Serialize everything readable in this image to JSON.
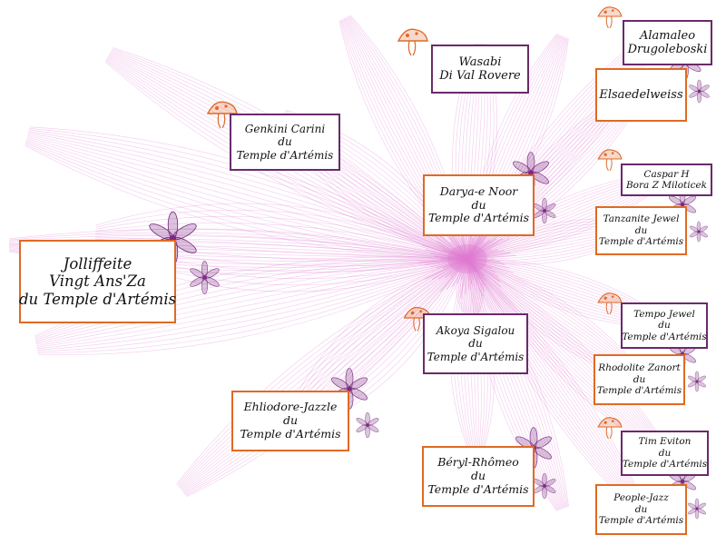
{
  "colors": {
    "background": "#ffffff",
    "line": "#e07ad0",
    "dam_border": "#e06a22",
    "sire_border": "#6a2a6a",
    "flower_purple": "#7a2a80",
    "mushroom_orange": "#e0692a"
  },
  "nodes": {
    "center": {
      "lines": [
        "Darya-e Noor",
        "du",
        "Temple d'Artémis"
      ]
    },
    "root": {
      "lines": [
        "Jolliffeite",
        "Vingt Ans'Za",
        "du Temple d'Artémis"
      ]
    },
    "sire": {
      "lines": [
        "Akoya Sigalou",
        "du",
        "Temple d'Artémis"
      ]
    },
    "dam": {
      "lines": [
        "Béryl-Rhômeo",
        "du",
        "Temple d'Artémis"
      ]
    },
    "genkini": {
      "lines": [
        "Genkini Carini",
        "du",
        "Temple d'Artémis"
      ]
    },
    "wasabi": {
      "lines": [
        "Wasabi",
        "Di Val Rovere"
      ]
    },
    "ehliodore": {
      "lines": [
        "Ehliodore-Jazzle",
        "du",
        "Temple d'Artémis"
      ]
    },
    "alamaleo": {
      "lines": [
        "Alamaleo",
        "Drugoleboski"
      ]
    },
    "elsaedelweiss": {
      "lines": [
        "Elsaedelweiss"
      ]
    },
    "caspar": {
      "lines": [
        "Caspar H",
        "Bora Z Miloticek"
      ]
    },
    "tanzanite": {
      "lines": [
        "Tanzanite Jewel",
        "du",
        "Temple d'Artémis"
      ]
    },
    "tempo": {
      "lines": [
        "Tempo Jewel",
        "du",
        "Temple d'Artémis"
      ]
    },
    "rhodolite": {
      "lines": [
        "Rhodolite Zanort",
        "du",
        "Temple d'Artémis"
      ]
    },
    "tim": {
      "lines": [
        "Tim Eviton",
        "du",
        "Temple d'Artémis"
      ]
    },
    "people": {
      "lines": [
        "People-Jazz",
        "du",
        "Temple d'Artémis"
      ]
    }
  }
}
